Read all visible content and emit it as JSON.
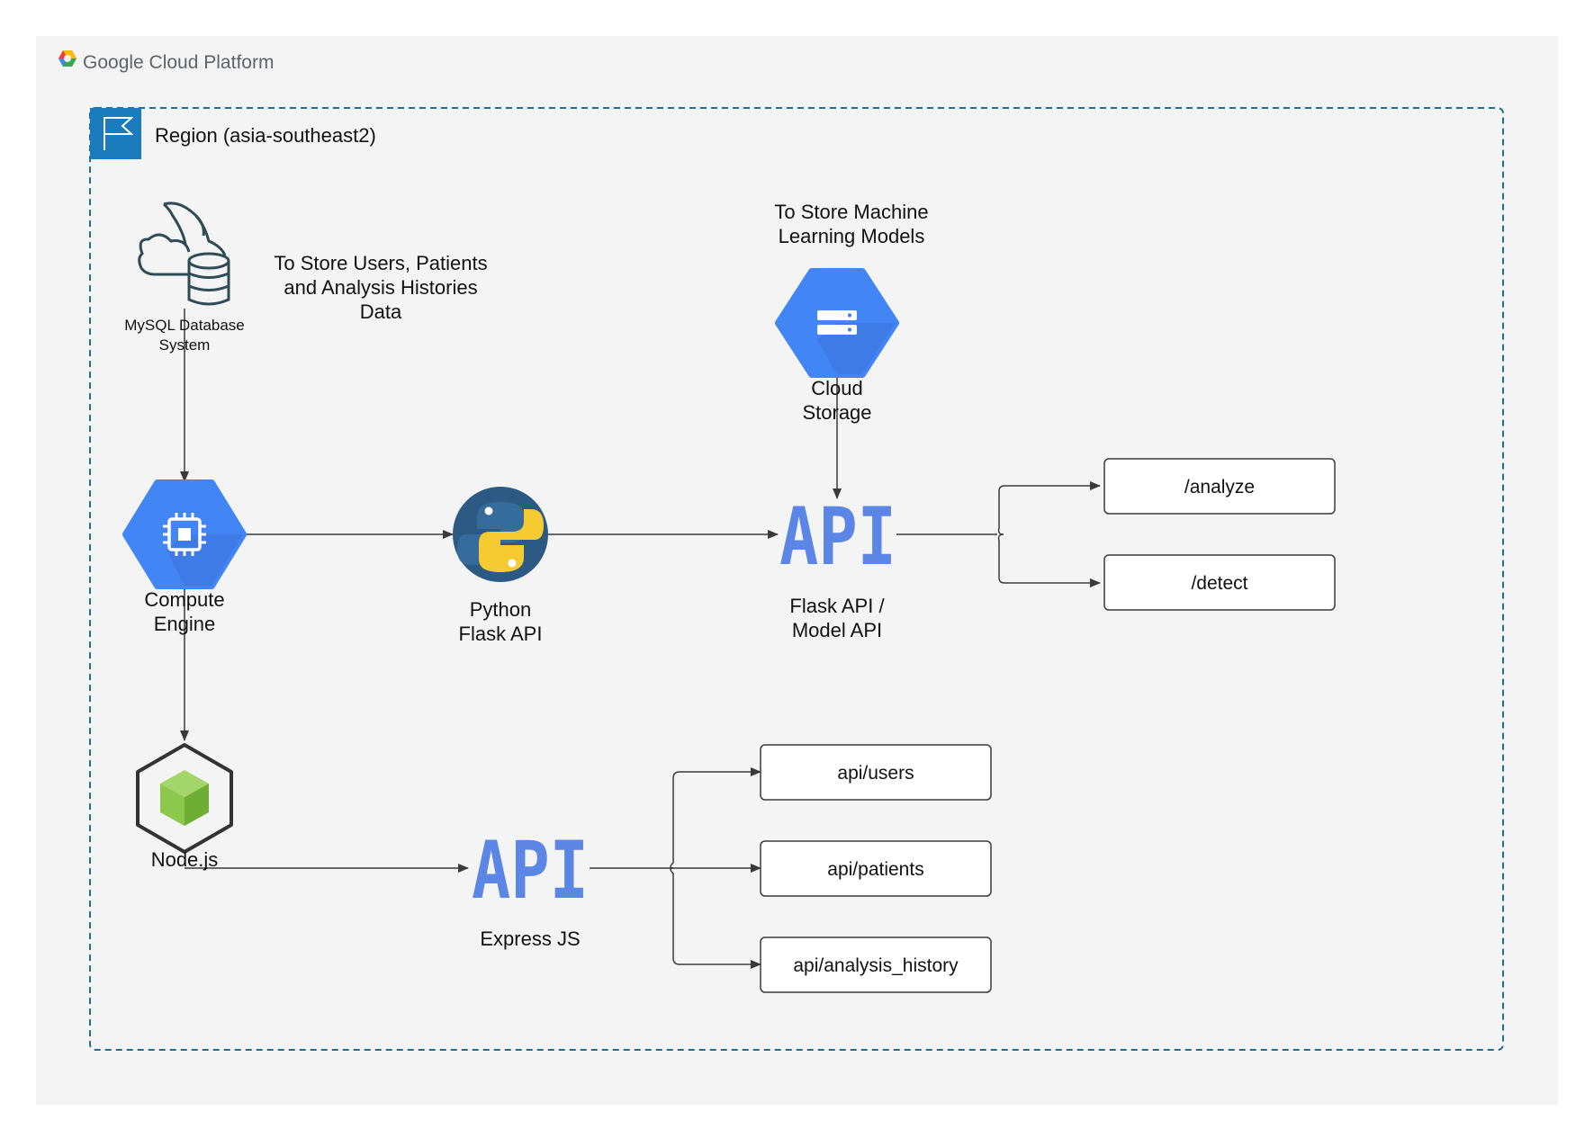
{
  "platform": {
    "name": "Google Cloud Platform",
    "logo_icon": "gcp-hexagon-logo"
  },
  "region": {
    "label": "Region (asia-southeast2)",
    "icon": "flag-icon",
    "border_color": "#1b6f93"
  },
  "nodes": {
    "mysql": {
      "label_line1": "MySQL Database",
      "label_line2": "System",
      "icon": "mysql-dolphin-cloud-db-icon"
    },
    "mysql_note": {
      "line1": "To Store Users, Patients",
      "line2": "and Analysis Histories",
      "line3": "Data"
    },
    "storage_note": {
      "line1": "To Store Machine",
      "line2": "Learning Models"
    },
    "cloud_storage": {
      "label_line1": "Cloud",
      "label_line2": "Storage",
      "icon": "cloud-storage-icon"
    },
    "compute_engine": {
      "label_line1": "Compute",
      "label_line2": "Engine",
      "icon": "compute-engine-chip-icon"
    },
    "python": {
      "label_line1": "Python",
      "label_line2": "Flask API",
      "icon": "python-logo-icon"
    },
    "flask_api": {
      "glyph": "API",
      "label_line1": "Flask API /",
      "label_line2": "Model API"
    },
    "nodejs": {
      "label": "Node.js",
      "icon": "nodejs-cube-icon"
    },
    "express_api": {
      "glyph": "API",
      "label": "Express JS"
    }
  },
  "endpoints": {
    "flask": [
      "/analyze",
      "/detect"
    ],
    "express": [
      "api/users",
      "api/patients",
      "api/analysis_history"
    ]
  },
  "colors": {
    "gcp_blue": "#4285f4",
    "api_blue": "#5b86e5",
    "python_blue": "#366c9c",
    "python_yellow": "#f6cb32",
    "node_green": "#8cc84b",
    "db_teal": "#2e4b56"
  }
}
